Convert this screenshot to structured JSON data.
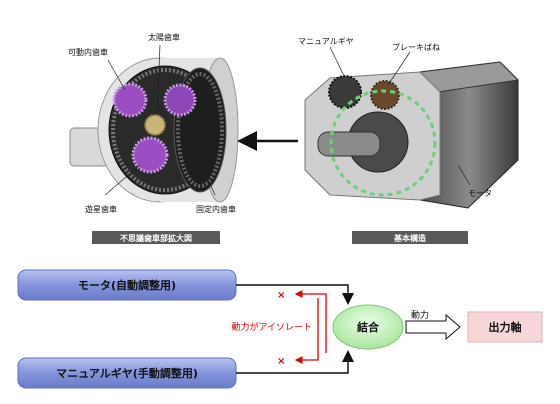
{
  "left_figure": {
    "labels": {
      "movable_ring_gear": "可動内歯車",
      "sun_gear": "太陽歯車",
      "planet_gear": "遊星歯車",
      "fixed_ring_gear": "固定内歯車"
    },
    "caption": "不思議歯車部拡大図"
  },
  "right_figure": {
    "labels": {
      "manual_gear": "マニュアルギヤ",
      "brake_spring": "ブレーキばね",
      "motor": "モータ"
    },
    "caption": "基本構造"
  },
  "flow": {
    "motor_input": "モータ(自動調整用)",
    "manual_input": "マニュアルギヤ(手動調整用)",
    "join": "結合",
    "power_label": "動力",
    "output": "出力軸",
    "isolate_label": "動力がアイソレート",
    "cross_mark": "×"
  },
  "colors": {
    "input_box": "#7f8fd6",
    "join_ellipse": "#c8f5c0",
    "output_box": "#f6d6d6",
    "isolate_red": "#e00000",
    "caption_bar": "#5a5a5a"
  }
}
